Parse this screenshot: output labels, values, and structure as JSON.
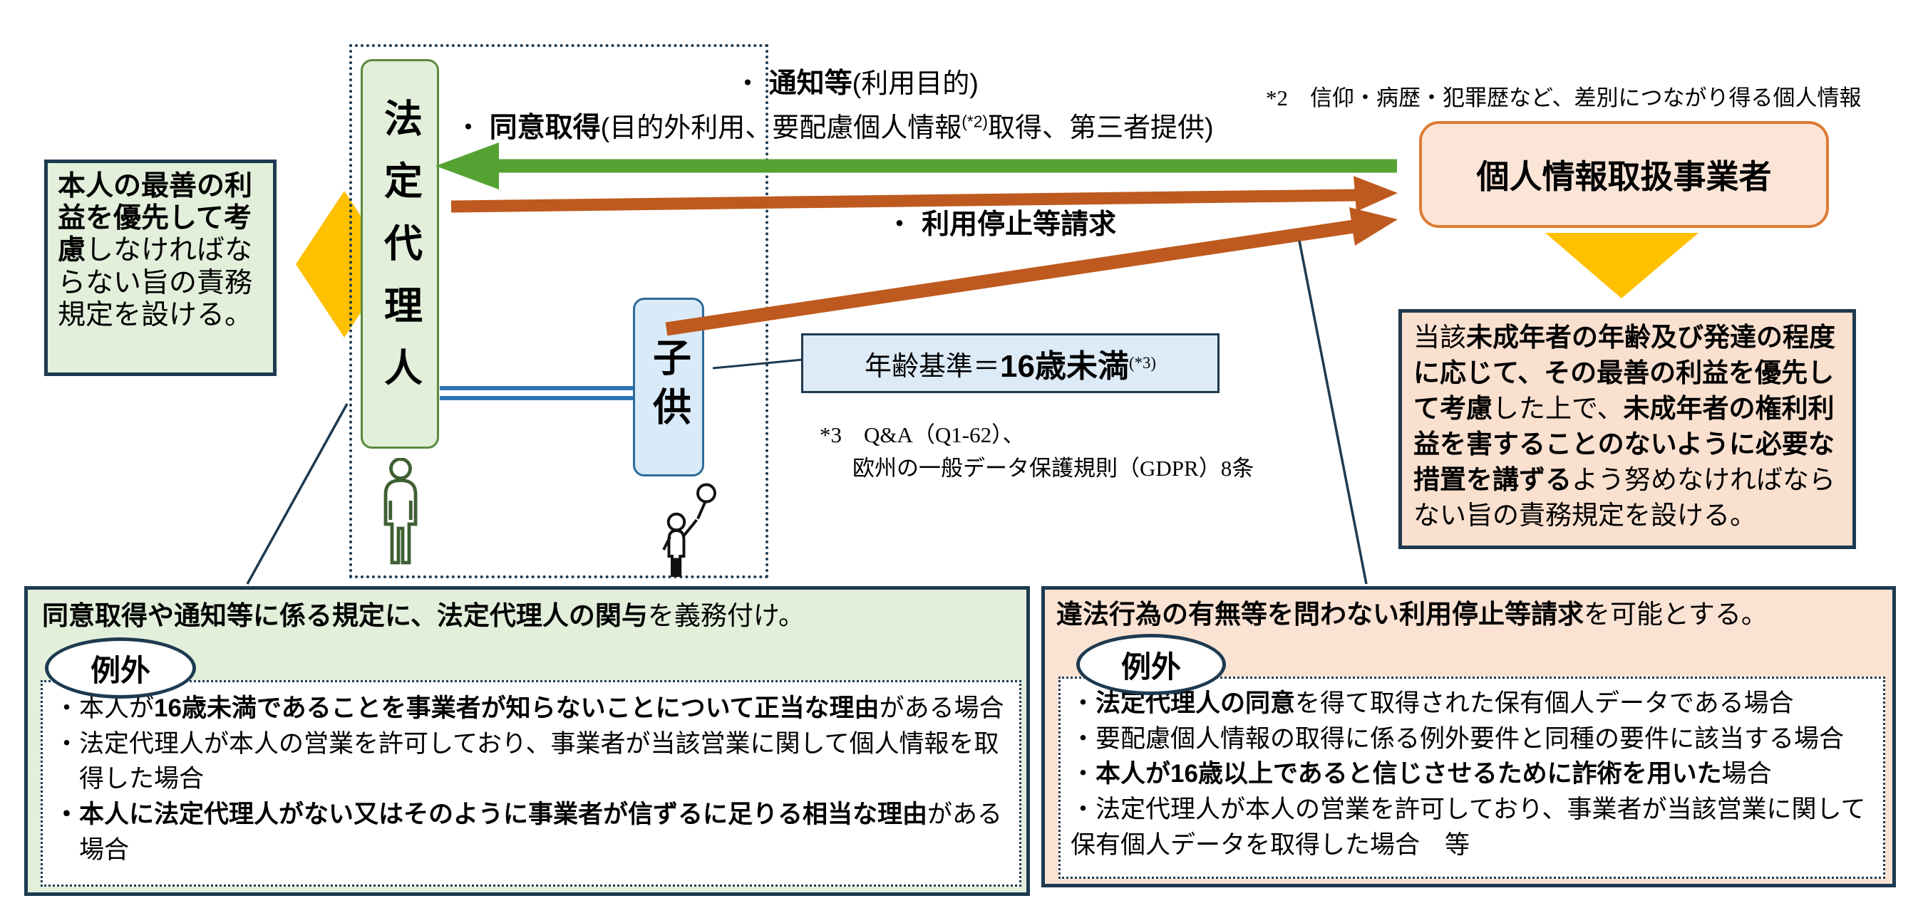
{
  "palette": {
    "navy_border": "#1E3A50",
    "green_fill": "#E2EFDA",
    "green_box_border": "#5A8A3A",
    "blue_fill": "#D9EAF8",
    "blue_border": "#2E6B99",
    "age_fill": "#DDEBF7",
    "business_fill": "#FBE5D7",
    "business_border": "#DC7B33",
    "note_peach": "#FAE0CF",
    "panel_peach": "#FBE3D4",
    "green_arrow": "#55A233",
    "brown_arrow": "#BE5A1F",
    "accent_yellow": "#FFC000",
    "blue_line": "#2E75B6"
  },
  "icons": {
    "diamond": "yellow-diamond-pointer",
    "triangle": "yellow-down-arrow",
    "adult": "adult-figure-icon",
    "child": "child-balloon-icon"
  },
  "left_note": {
    "runs": [
      {
        "text": "本人の最善の利益を優先して考慮",
        "bold": true
      },
      {
        "text": "しなければならない旨の責務規定を設ける。",
        "bold": false
      }
    ]
  },
  "guardian_label": "法定代理人",
  "child_label": "子供",
  "business_label": "個人情報取扱事業者",
  "arrow_labels": {
    "notice": {
      "runs": [
        {
          "text": "・ ",
          "bold": false
        },
        {
          "text": "通知等",
          "bold": true
        },
        {
          "text": "(利用目的)",
          "bold": false
        }
      ]
    },
    "consent": {
      "runs": [
        {
          "text": "・ ",
          "bold": false
        },
        {
          "text": "同意取得",
          "bold": true
        },
        {
          "text": "(目的外利用、要配慮個人情報",
          "bold": false
        },
        {
          "text": "(*2)",
          "bold": false,
          "sup": true
        },
        {
          "text": "取得、第三者提供)",
          "bold": false
        }
      ]
    },
    "stop": {
      "runs": [
        {
          "text": "・ ",
          "bold": false
        },
        {
          "text": "利用停止等請求",
          "bold": true
        }
      ]
    }
  },
  "age_box": {
    "runs": [
      {
        "text": "年齢基準＝",
        "bold": false,
        "cls": "serif-reg"
      },
      {
        "text": "16歳未満",
        "bold": true
      },
      {
        "text": "(*3)",
        "bold": false,
        "sup": true,
        "cls": "serif-reg"
      }
    ]
  },
  "footnote2": "*2　信仰・病歴・犯罪歴など、差別につながり得る個人情報",
  "footnote3_line1": "*3　Q&A（Q1-62）、",
  "footnote3_line2": "欧州の一般データ保護規則（GDPR）8条",
  "right_note": {
    "runs": [
      {
        "text": "当該",
        "bold": false
      },
      {
        "text": "未成年者の年齢及び発達の程度に応じて、その最善の利益を優先して考慮",
        "bold": true
      },
      {
        "text": "した上で、",
        "bold": false
      },
      {
        "text": "未成年者の権利利益を害することのないように必要な措置を講ずる",
        "bold": true
      },
      {
        "text": "よう努めなければならない旨の責務規定を設ける。",
        "bold": false
      }
    ]
  },
  "bottom_left": {
    "title_runs": [
      {
        "text": "同意取得や通知等に係る規定に、法定代理人の関与",
        "bold": true
      },
      {
        "text": "を義務付け。",
        "bold": false
      }
    ],
    "exception": "例外",
    "bullets": [
      {
        "runs": [
          {
            "text": "・本人が",
            "bold": false
          },
          {
            "text": "16歳未満であることを事業者が知らないことについて正当な理由",
            "bold": true
          },
          {
            "text": "がある場合",
            "bold": false
          }
        ]
      },
      {
        "runs": [
          {
            "text": "・法定代理人が本人の営業を許可しており、事業者が当該営業に関して個人情報を取得した場合",
            "bold": false
          }
        ]
      },
      {
        "runs": [
          {
            "text": "・本人に法定代理人がない又はそのように事業者が信ずるに足りる相当な理由",
            "bold": true
          },
          {
            "text": "がある場合",
            "bold": false
          }
        ]
      }
    ]
  },
  "bottom_right": {
    "title_runs": [
      {
        "text": "違法行為の有無等を問わない利用停止等請求",
        "bold": true
      },
      {
        "text": "を可能とする。",
        "bold": false
      }
    ],
    "exception": "例外",
    "bullets": [
      {
        "runs": [
          {
            "text": "・",
            "bold": false
          },
          {
            "text": "法定代理人の同意",
            "bold": true
          },
          {
            "text": "を得て取得された保有個人データである場合",
            "bold": false
          }
        ]
      },
      {
        "runs": [
          {
            "text": "・要配慮個人情報の取得に係る例外要件と同種の要件に該当する場合",
            "bold": false
          }
        ]
      },
      {
        "runs": [
          {
            "text": "・",
            "bold": false
          },
          {
            "text": "本人が16歳以上であると信じさせるために詐術を用いた",
            "bold": true
          },
          {
            "text": "場合",
            "bold": false
          }
        ]
      },
      {
        "runs": [
          {
            "text": "・法定代理人が本人の営業を許可しており、事業者が当該営業に関して保有個人データを取得した場合　等",
            "bold": false
          }
        ]
      }
    ]
  }
}
